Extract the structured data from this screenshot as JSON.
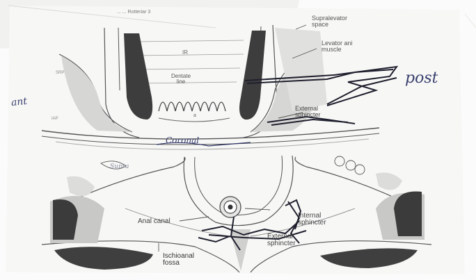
{
  "labels": {
    "figure_header": "... ... Rotteriar 3",
    "supralevator_space": "Supralevator\nspace",
    "levator_ani_muscle": "Levator ani\nmuscle",
    "dentate_line": "Dentate\nline",
    "external_sphincter_top": "External\nsphincter",
    "sap": "SRP",
    "iap": "IAP",
    "anal_canal": "Anal canal",
    "internal_sphincter": "Internal\nsphincter",
    "external_sphincter_bottom": "External\nsphincter",
    "ischioanal_fossa": "Ischioanal\nfossa"
  },
  "handwriting": {
    "post": "post",
    "left_margin": "ant",
    "middle_scribble": "Coronal",
    "fragment": "Supra"
  },
  "colors": {
    "paper": "#f7f8f6",
    "ink": "#444444",
    "muscle_dark": "#3d3d3d",
    "stipple": "#b8b8b8",
    "pen": "#1f1f2e",
    "hand_ink": "#2e3366"
  }
}
